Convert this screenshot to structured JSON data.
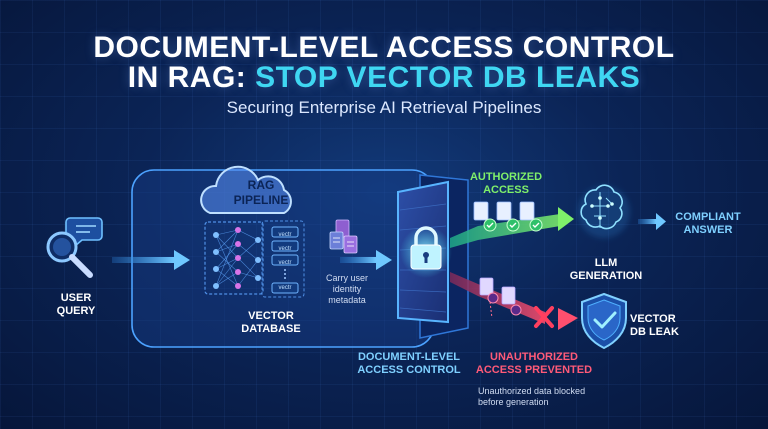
{
  "header": {
    "title_line1": "DOCUMENT-LEVEL ACCESS CONTROL",
    "title_line2_white": "IN RAG: ",
    "title_line2_cyan": "STOP VECTOR DB LEAKS",
    "subtitle": "Securing Enterprise AI Retrieval Pipelines"
  },
  "diagram": {
    "user_query_line1": "USER",
    "user_query_line2": "QUERY",
    "rag_pipeline_line1": "RAG",
    "rag_pipeline_line2": "PIPELINE",
    "vector_tag": "vectr",
    "vector_db_line1": "VECTOR",
    "vector_db_line2": "DATABASE",
    "carry_line1": "Carry user",
    "carry_line2": "identity",
    "carry_line3": "metadata",
    "dlac_line1": "DOCUMENT-LEVEL",
    "dlac_line2": "ACCESS CONTROL",
    "authorized_line1": "AUTHORIZED",
    "authorized_line2": "ACCESS",
    "llm_line1": "LLM",
    "llm_line2": "GENERATION",
    "compliant_line1": "COMPLIANT",
    "compliant_line2": "ANSWER",
    "unauth_line1": "UNAUTHORIZED",
    "unauth_line2": "ACCESS PREVENTED",
    "blocked_line1": "Unauthorized data blocked",
    "blocked_line2": "before generation",
    "leak_line1": "VECTOR",
    "leak_line2": "DB LEAK"
  },
  "colors": {
    "cyan": "#3fd7f2",
    "green": "#7ff06a",
    "red": "#ff5a78",
    "blue_label": "#7fd0ff"
  }
}
